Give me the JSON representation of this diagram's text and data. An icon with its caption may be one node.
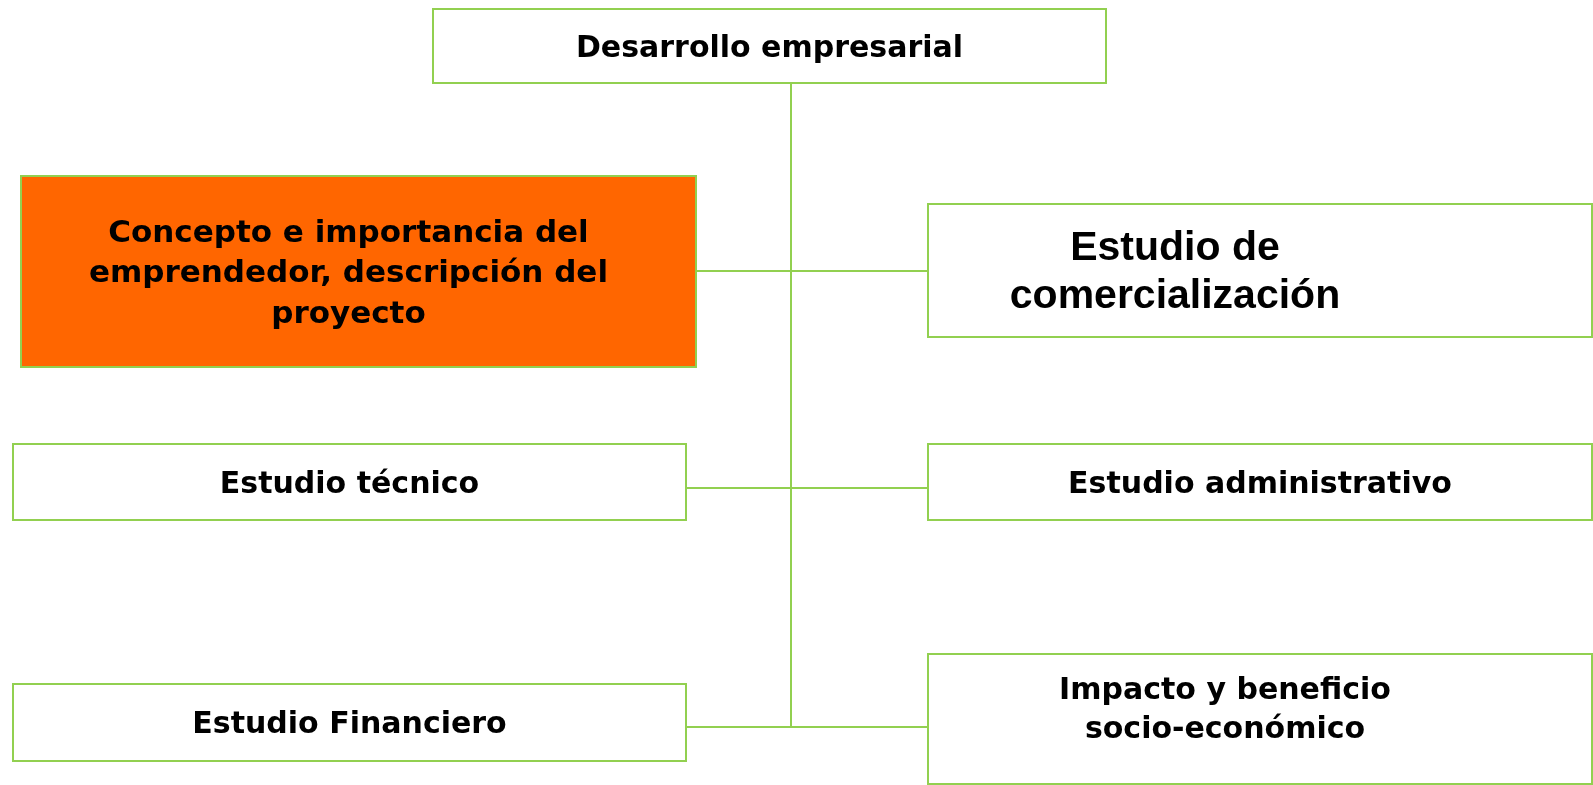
{
  "diagram": {
    "nodes": [
      {
        "text": [
          "Desarrollo empresarial"
        ]
      },
      {
        "text": [
          "Concepto e importancia del emprendedor, descripción del proyecto"
        ]
      },
      {
        "text": [
          "Estudio de comercialización"
        ]
      },
      {
        "text": [
          "Estudio técnico"
        ]
      },
      {
        "text": [
          "Estudio administrativo"
        ]
      },
      {
        "text": [
          "Estudio Financiero"
        ]
      },
      {
        "text": [
          "Impacto y beneficio socio-económico"
        ]
      }
    ],
    "edges": [
      {
        "from": 0,
        "to": 1,
        "arrow": "none"
      },
      {
        "from": 0,
        "to": 2,
        "arrow": "none"
      },
      {
        "from": 0,
        "to": 3,
        "arrow": "none"
      },
      {
        "from": 0,
        "to": 4,
        "arrow": "none"
      },
      {
        "from": 0,
        "to": 5,
        "arrow": "none"
      },
      {
        "from": 0,
        "to": 6,
        "arrow": "none"
      }
    ]
  }
}
